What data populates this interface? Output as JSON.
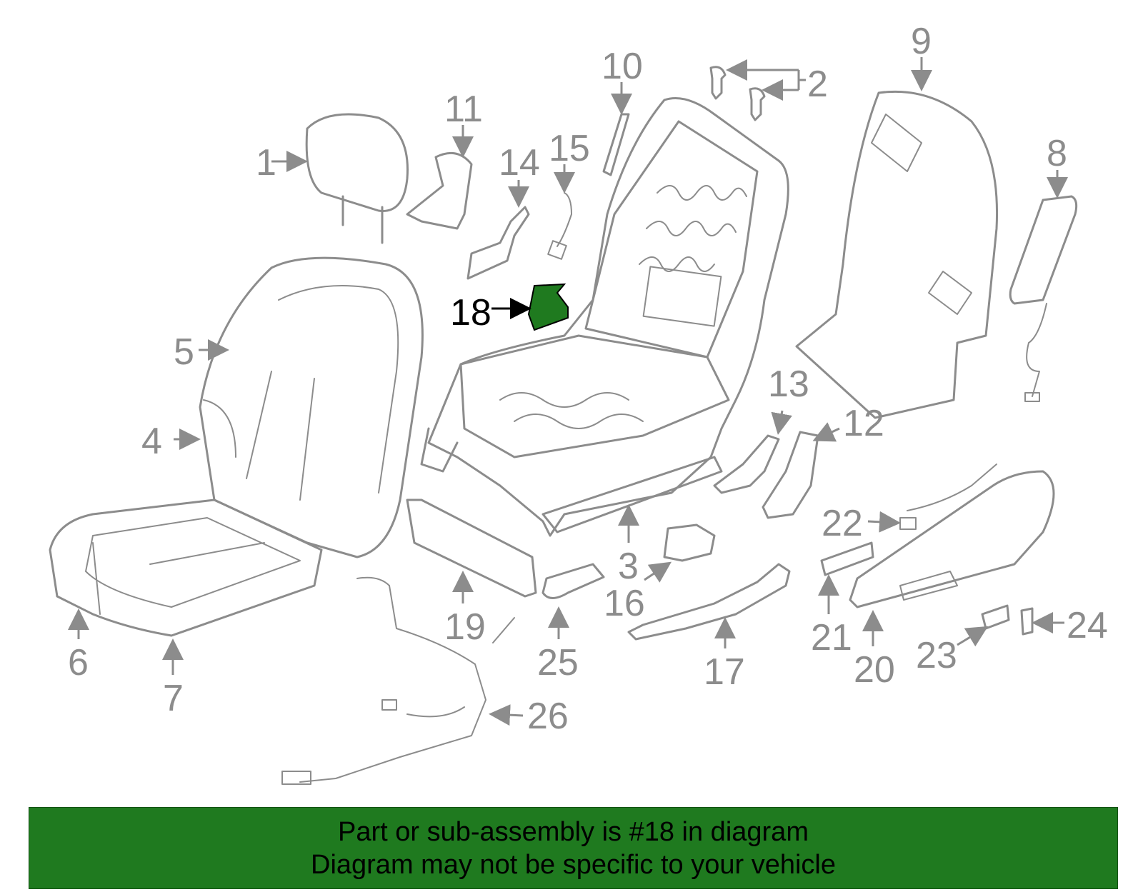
{
  "highlight_color": "#1f7a1f",
  "callouts": [
    {
      "id": "1",
      "label": "1"
    },
    {
      "id": "2",
      "label": "2"
    },
    {
      "id": "3",
      "label": "3"
    },
    {
      "id": "4",
      "label": "4"
    },
    {
      "id": "5",
      "label": "5"
    },
    {
      "id": "6",
      "label": "6"
    },
    {
      "id": "7",
      "label": "7"
    },
    {
      "id": "8",
      "label": "8"
    },
    {
      "id": "9",
      "label": "9"
    },
    {
      "id": "10",
      "label": "10"
    },
    {
      "id": "11",
      "label": "11"
    },
    {
      "id": "12",
      "label": "12"
    },
    {
      "id": "13",
      "label": "13"
    },
    {
      "id": "14",
      "label": "14"
    },
    {
      "id": "15",
      "label": "15"
    },
    {
      "id": "16",
      "label": "16"
    },
    {
      "id": "17",
      "label": "17"
    },
    {
      "id": "18",
      "label": "18"
    },
    {
      "id": "19",
      "label": "19"
    },
    {
      "id": "20",
      "label": "20"
    },
    {
      "id": "21",
      "label": "21"
    },
    {
      "id": "22",
      "label": "22"
    },
    {
      "id": "23",
      "label": "23"
    },
    {
      "id": "24",
      "label": "24"
    },
    {
      "id": "25",
      "label": "25"
    },
    {
      "id": "26",
      "label": "26"
    }
  ],
  "highlighted_part": "18",
  "banner": {
    "line1": "Part or sub-assembly is #18 in diagram",
    "line2": "Diagram may not be specific to your vehicle"
  }
}
